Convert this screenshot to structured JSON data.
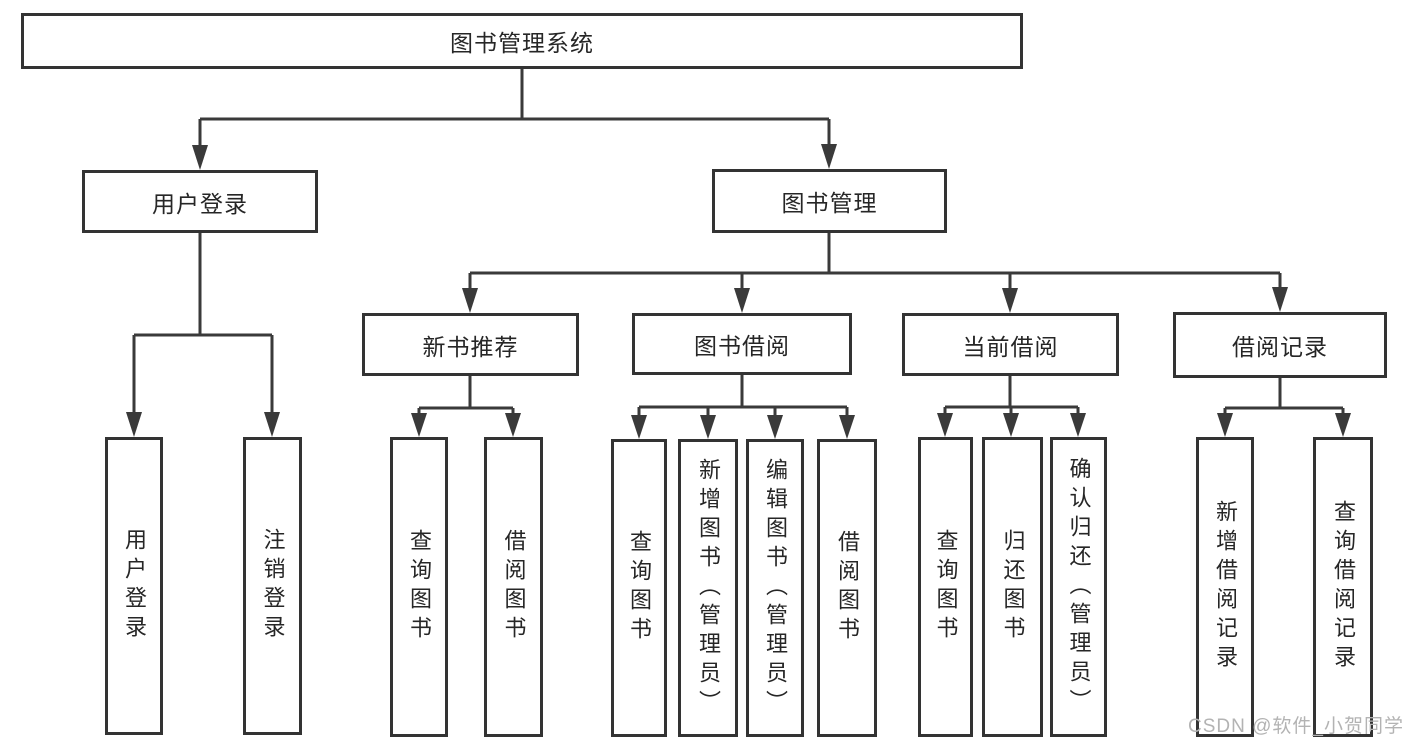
{
  "colors": {
    "line": "#3a3a3a",
    "box_border": "#333333",
    "text": "#262626",
    "watermark": "#b3b3b3",
    "background": "#ffffff"
  },
  "watermark": {
    "text": "CSDN @软件_小贺同学"
  },
  "tree": {
    "root": {
      "label": "图书管理系统"
    },
    "branches": [
      {
        "label": "用户登录",
        "children": [
          {
            "label": "用户登录"
          },
          {
            "label": "注销登录"
          }
        ]
      },
      {
        "label": "图书管理",
        "children": [
          {
            "label": "新书推荐",
            "children": [
              {
                "label": "查询图书"
              },
              {
                "label": "借阅图书"
              }
            ]
          },
          {
            "label": "图书借阅",
            "children": [
              {
                "label": "查询图书"
              },
              {
                "label": "新增图书（管理员）"
              },
              {
                "label": "编辑图书（管理员）"
              },
              {
                "label": "借阅图书"
              }
            ]
          },
          {
            "label": "当前借阅",
            "children": [
              {
                "label": "查询图书"
              },
              {
                "label": "归还图书"
              },
              {
                "label": "确认归还（管理员）"
              }
            ]
          },
          {
            "label": "借阅记录",
            "children": [
              {
                "label": "新增借阅记录"
              },
              {
                "label": "查询借阅记录"
              }
            ]
          }
        ]
      }
    ]
  }
}
